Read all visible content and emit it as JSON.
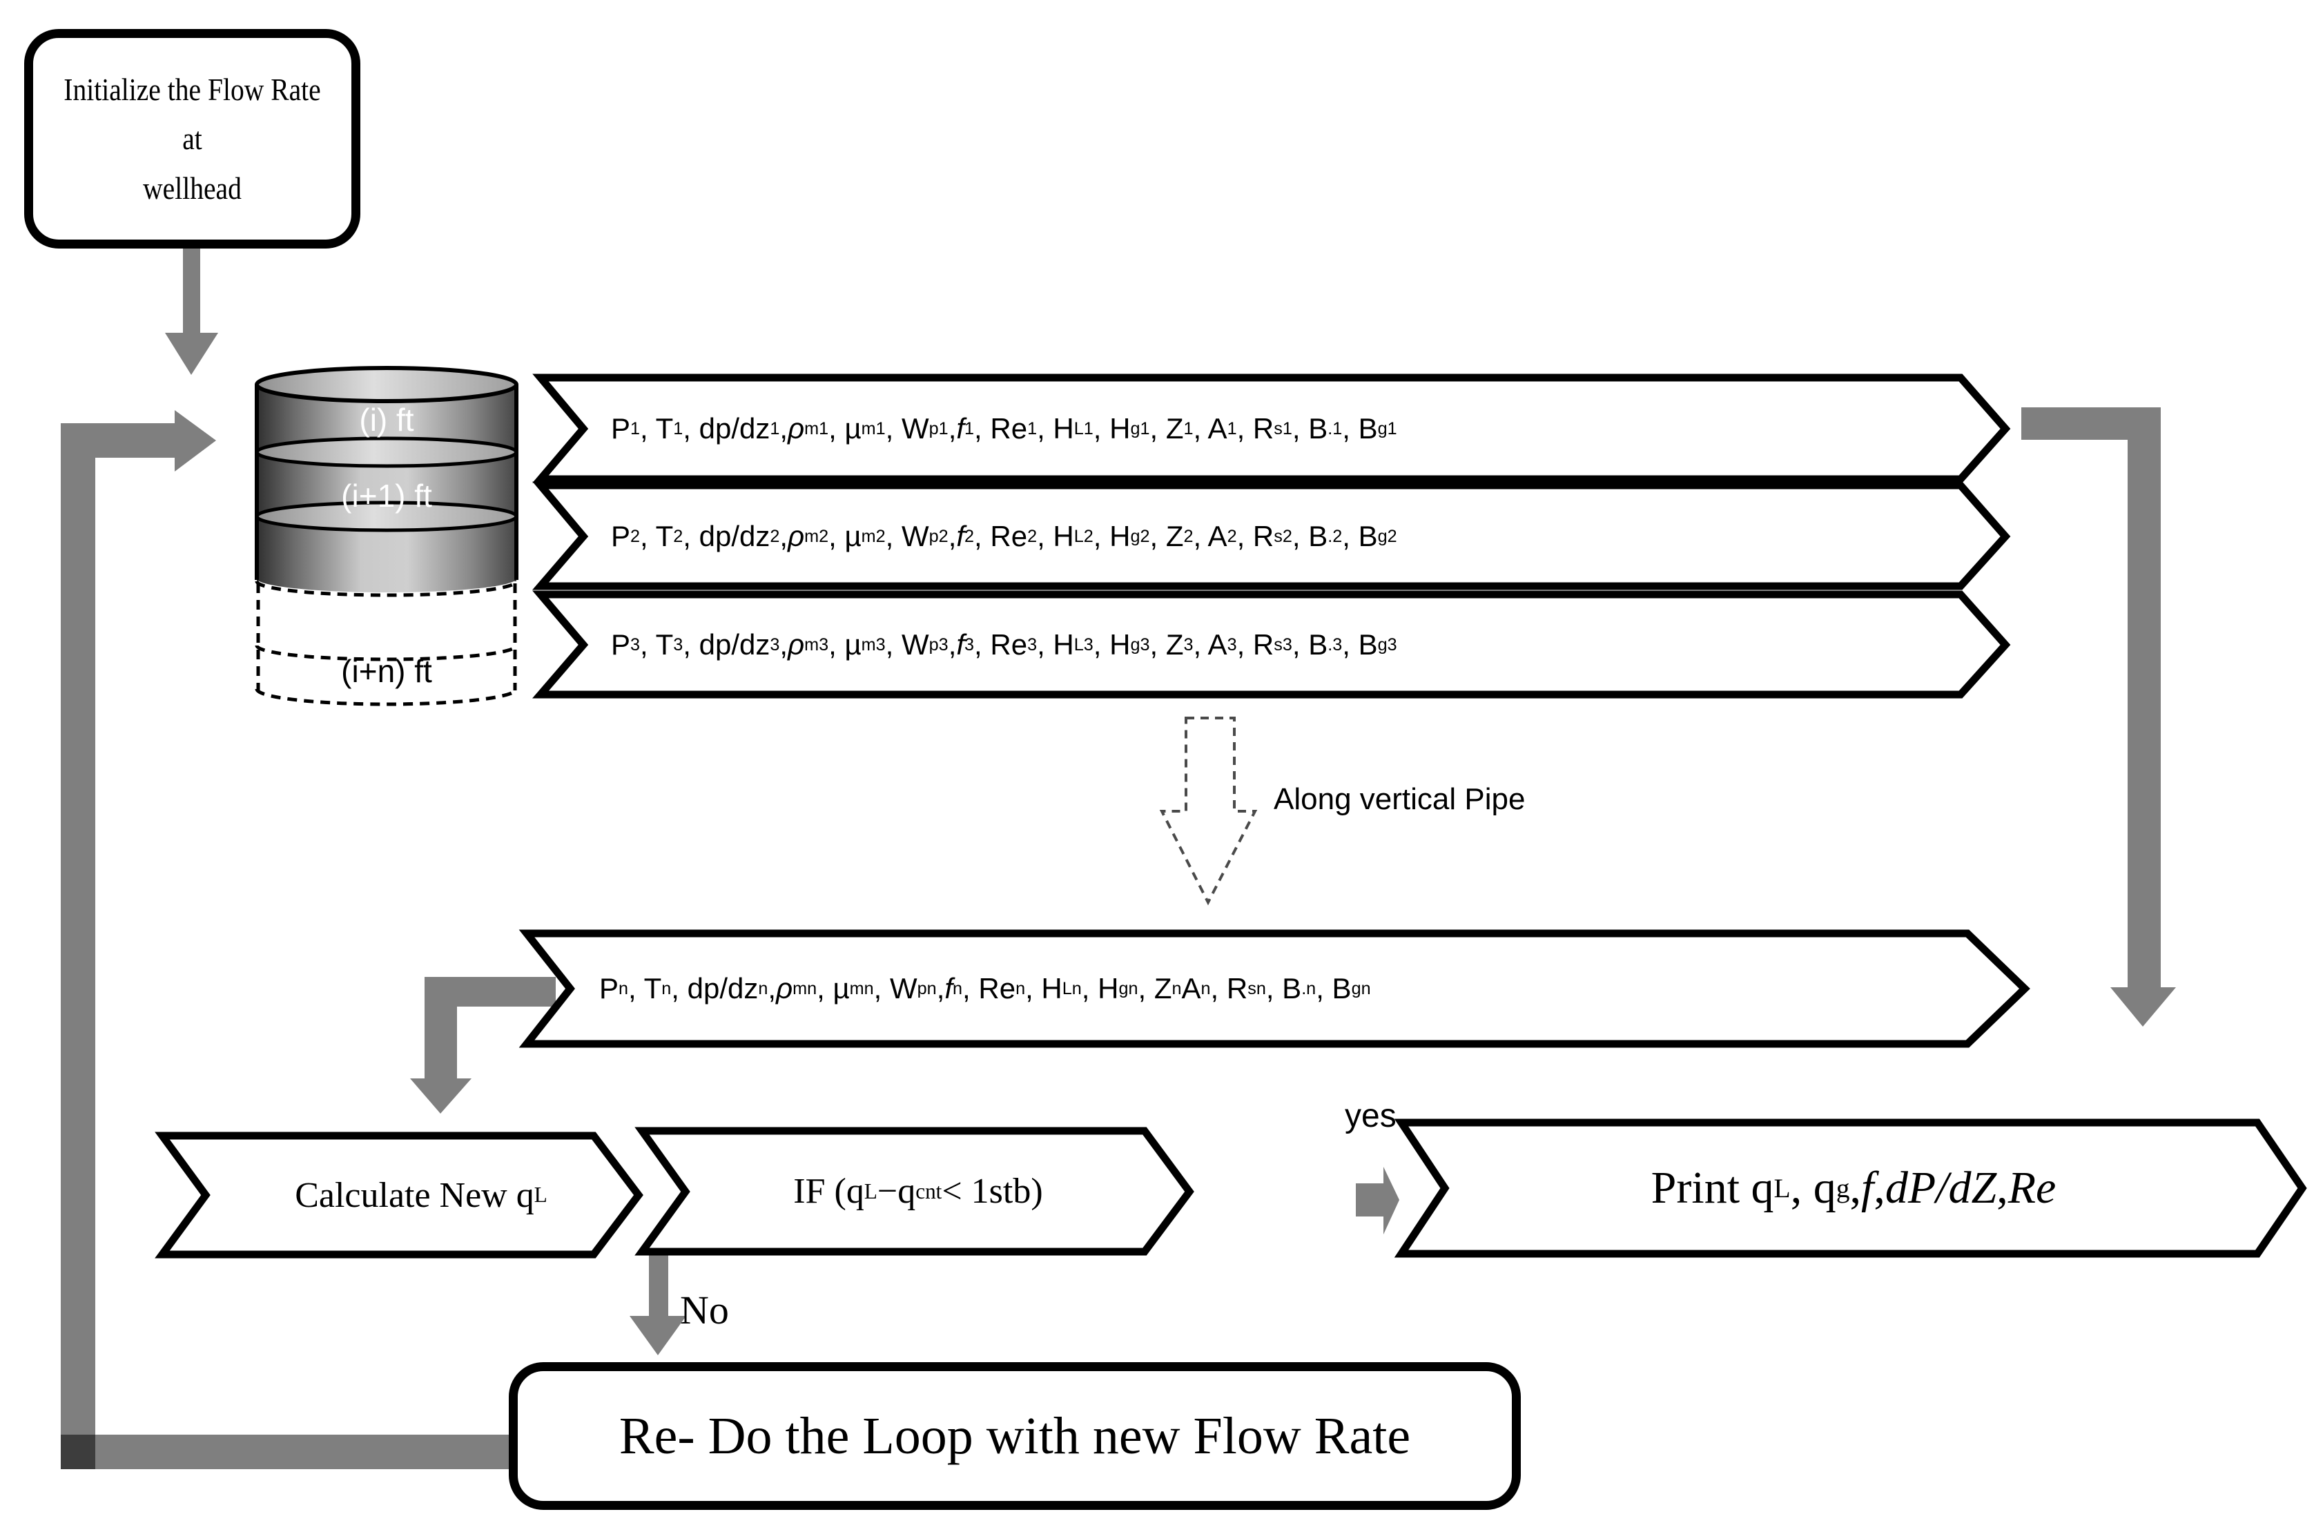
{
  "diagram": {
    "start_box": "Initialize the Flow Rate at\nwellhead",
    "pipe_segments": {
      "seg_i": "(i) ft",
      "seg_i1": "(i+1) ft",
      "seg_in": "(i+n) ft"
    },
    "param_banners": {
      "row1": "P_{1}, T_{1}, dp/dz_{1}, *ρ*_{m1}, µ_{m1}, W_{p1}, *f*_{1}, Re_{1}, H_{L1}, H_{g1}, Z_{1}, A_{1}, R_{s1}, B_{.1}, B_{g1}",
      "row2": "P_{2}, T_{2}, dp/dz_{2}, *ρ*_{m2}, µ_{m2}, W_{p2}, *f*_{2}, Re_{2}, H_{L2}, H_{g2}, Z_{2}, A_{2}, R_{s2}, B_{.2}, B_{g2}",
      "row3": "P_{3}, T_{3}, dp/dz_{3}, *ρ*_{m3}, µ_{m3}, W_{p3}, *f*_{3}, Re_{3}, H_{L3}, H_{g3}, Z_{3}, A_{3}, R_{s3}, B_{.3}, B_{g3}",
      "rown": "P_{n}, T_{n}, dp/dz_{n}, *ρ*_{mn}, µ_{mn}, W_{pn}, *f*_{n}, Re_{n}, H_{Ln}, H_{gn}, Z_{n} A_{n}, R_{sn}, B_{.n}, B_{gn}"
    },
    "along_label": "Along vertical Pipe",
    "calc_banner": "Calculate New q_{L}",
    "condition_banner": "IF (q_{L} −q _{cnt} < 1stb)",
    "yes_label": "yes",
    "no_label": "No",
    "print_banner": "Print q_{L}, q_{g},*f*, *dP/dZ*, *Re*",
    "redo_box": "Re- Do the Loop with new Flow Rate",
    "colors": {
      "arrow": "#7f7f7f",
      "corner": "#3d3d3d",
      "ink": "#000000"
    }
  }
}
